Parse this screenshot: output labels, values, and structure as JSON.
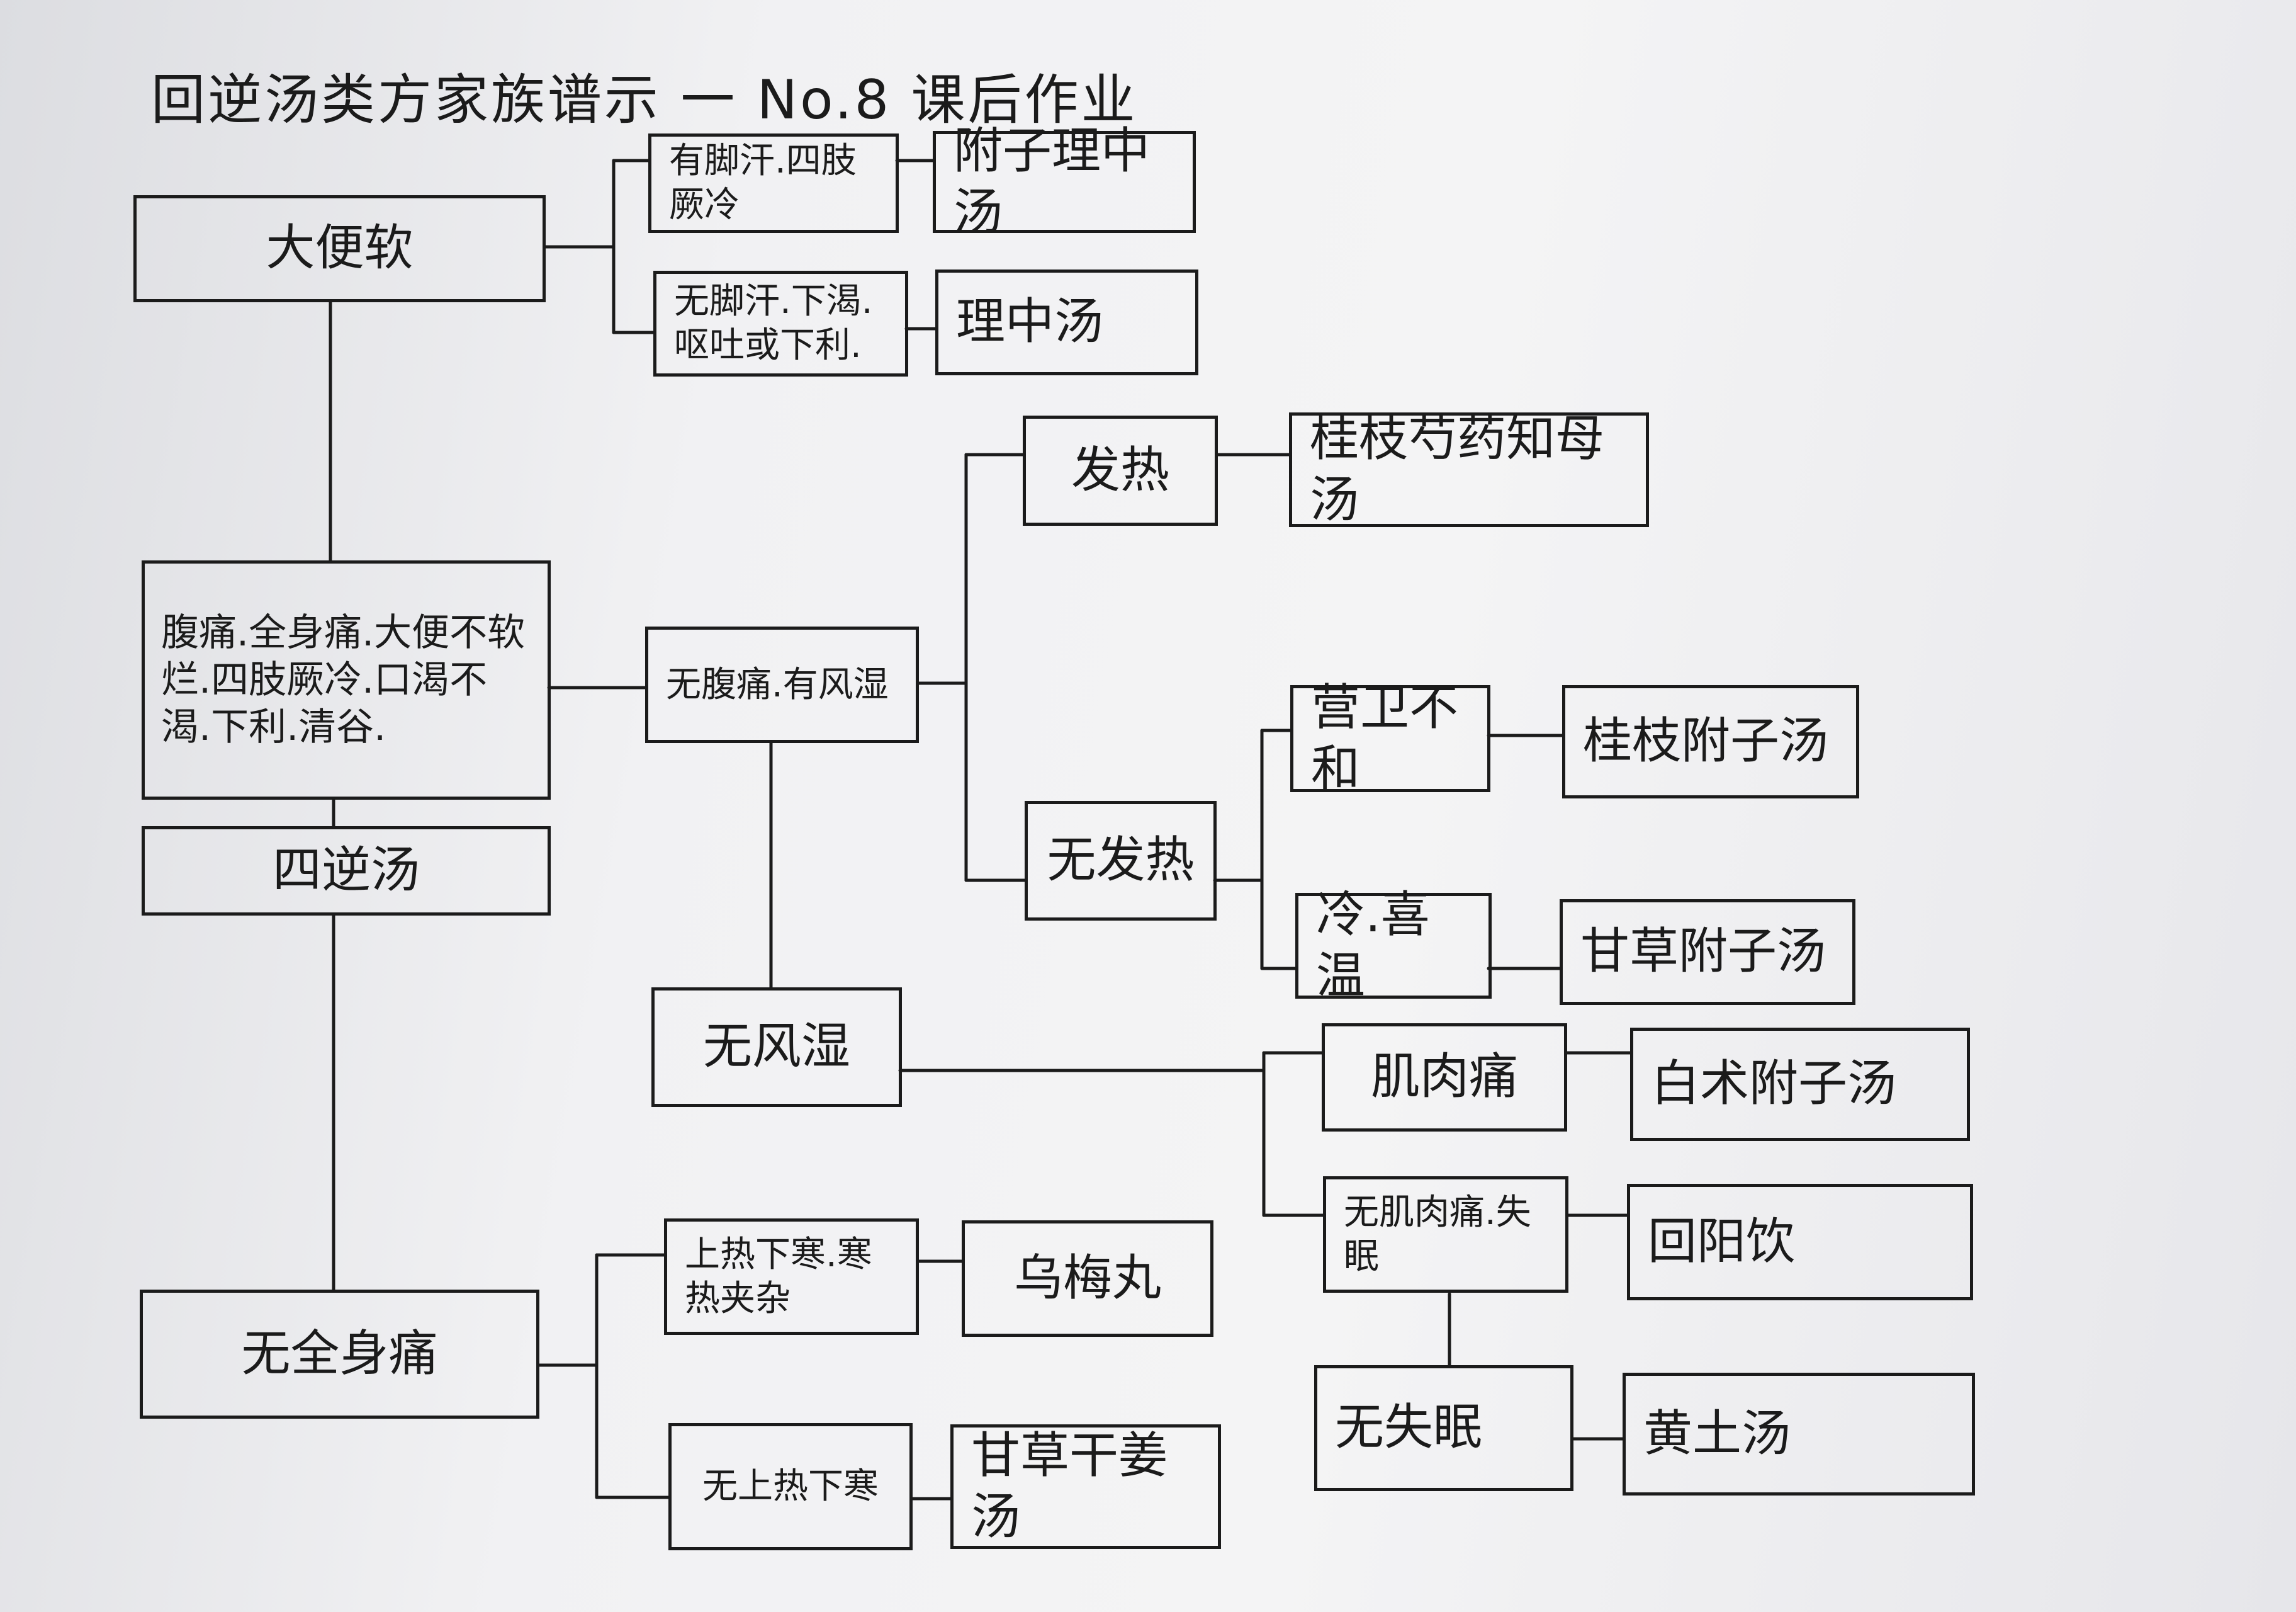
{
  "title": "回逆汤类方家族谱示 一 No.8 课后作业",
  "nodes": {
    "dabian_ruan": "大便软",
    "you_jiaohan": "有脚汗.四肢厥冷",
    "fuzi_lizhong": "附子理中汤",
    "wu_jiaohan": "无脚汗.下渴.呕吐或下利.",
    "lizhong": "理中汤",
    "main_symptoms": "腹痛.全身痛.大便不软烂.四肢厥冷.口渴不渴.下利.清谷.",
    "sini": "四逆汤",
    "wu_futong": "无腹痛.有风湿",
    "fare": "发热",
    "guizhi_shaoyao": "桂枝芍药知母汤",
    "wu_fare": "无发热",
    "yingwei": "营卫不和",
    "guizhi_fuzi": "桂枝附子汤",
    "leng_xiwen": "冷.喜温",
    "gancao_fuzi": "甘草附子汤",
    "wu_fengshi": "无风湿",
    "jirou_tong": "肌肉痛",
    "baizhu_fuzi": "白术附子汤",
    "wu_jirou": "无肌肉痛.失眠",
    "huiyang": "回阳饮",
    "wu_shimian": "无失眠",
    "huangtu": "黄土汤",
    "wu_quanshen": "无全身痛",
    "shangre": "上热下寒.寒热夹杂",
    "wumei": "乌梅丸",
    "wu_shangre": "无上热下寒",
    "gancao_ganjiang": "甘草干姜汤"
  }
}
